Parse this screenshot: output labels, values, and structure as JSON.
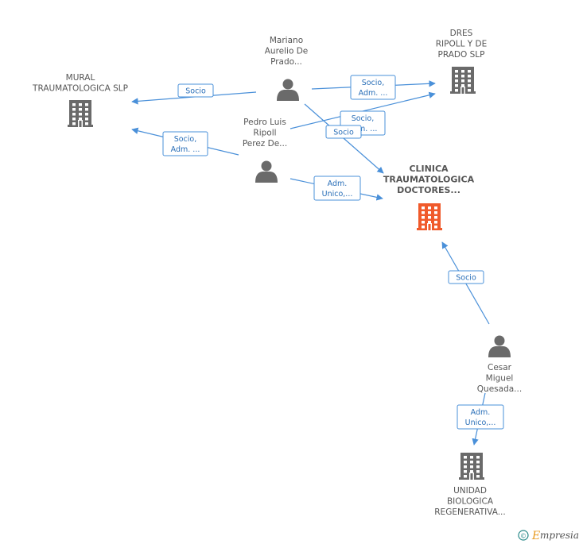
{
  "colors": {
    "edge": "#4a90d9",
    "node_icon": "#6a6a6a",
    "focus_icon": "#f05a2b"
  },
  "nodes": {
    "mural": {
      "type": "company",
      "icon": "building-icon",
      "lines": [
        "MURAL",
        "TRAUMATOLOGICA SLP"
      ]
    },
    "mariano": {
      "type": "person",
      "icon": "person-icon",
      "lines": [
        "Mariano",
        "Aurelio De",
        "Prado..."
      ]
    },
    "dres": {
      "type": "company",
      "icon": "building-icon",
      "lines": [
        "DRES",
        "RIPOLL Y DE",
        "PRADO SLP"
      ]
    },
    "pedro": {
      "type": "person",
      "icon": "person-icon",
      "lines": [
        "Pedro Luis",
        "Ripoll",
        "Perez De..."
      ]
    },
    "clinica": {
      "type": "company",
      "icon": "building-icon",
      "focus": true,
      "lines": [
        "CLINICA",
        "TRAUMATOLOGICA",
        "DOCTORES..."
      ]
    },
    "cesar": {
      "type": "person",
      "icon": "person-icon",
      "lines": [
        "Cesar",
        "Miguel",
        "Quesada..."
      ]
    },
    "unidad": {
      "type": "company",
      "icon": "building-icon",
      "lines": [
        "UNIDAD",
        "BIOLOGICA",
        "REGENERATIVA..."
      ]
    }
  },
  "edges": [
    {
      "from": "mariano",
      "to": "mural",
      "lines": [
        "Socio"
      ]
    },
    {
      "from": "mariano",
      "to": "dres",
      "lines": [
        "Socio,",
        "Adm. ..."
      ]
    },
    {
      "from": "pedro",
      "to": "dres",
      "lines": [
        "Socio,",
        "Adm. ..."
      ]
    },
    {
      "from": "mariano",
      "to": "clinica",
      "lines": [
        "Socio"
      ]
    },
    {
      "from": "pedro",
      "to": "mural",
      "lines": [
        "Socio,",
        "Adm. ..."
      ]
    },
    {
      "from": "pedro",
      "to": "clinica",
      "lines": [
        "Adm.",
        "Unico,..."
      ]
    },
    {
      "from": "cesar",
      "to": "clinica",
      "lines": [
        "Socio"
      ]
    },
    {
      "from": "cesar",
      "to": "unidad",
      "lines": [
        "Adm.",
        "Unico,..."
      ]
    }
  ],
  "footer": {
    "copyright_symbol": "©",
    "brand_initial": "E",
    "brand_rest": "mpresia"
  }
}
